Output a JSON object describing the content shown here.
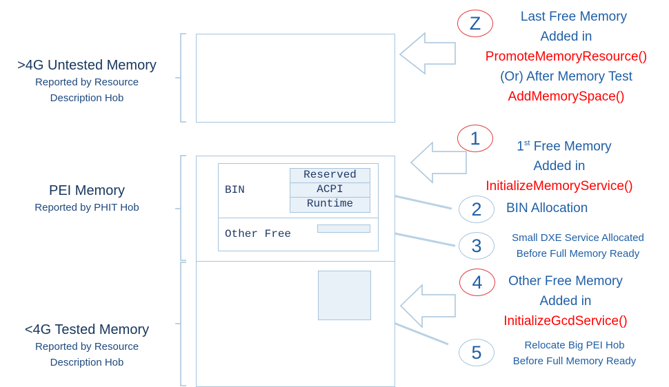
{
  "regions": [
    {
      "title": ">4G Untested Memory",
      "subtitle_lines": [
        "Reported by Resource",
        "Description Hob"
      ]
    },
    {
      "title": "PEI Memory",
      "subtitle_lines": [
        "Reported by PHIT Hob"
      ]
    },
    {
      "title": "<4G Tested Memory",
      "subtitle_lines": [
        "Reported by Resource",
        "Description Hob"
      ]
    }
  ],
  "bin": {
    "label": "BIN",
    "types": [
      "Reserved",
      "ACPI",
      "Runtime"
    ],
    "other_free_label": "Other Free"
  },
  "steps": [
    {
      "marker": "Z",
      "lines": [
        "Last Free Memory",
        "Added in"
      ],
      "func1": "PromoteMemoryResource()",
      "middle": "(Or) After Memory Test",
      "func2": "AddMemorySpace()"
    },
    {
      "marker": "1",
      "line1_num": "1",
      "line1_sup": "st",
      "line1_rest": " Free Memory",
      "line2": "Added in",
      "func": "InitializeMemoryService()"
    },
    {
      "marker": "2",
      "text": "BIN Allocation"
    },
    {
      "marker": "3",
      "lines": [
        "Small DXE Service Allocated",
        "Before Full Memory Ready"
      ]
    },
    {
      "marker": "4",
      "lines": [
        "Other Free Memory",
        "Added in"
      ],
      "func": "InitializeGcdService()"
    },
    {
      "marker": "5",
      "lines": [
        "Relocate Big PEI Hob",
        "Before Full Memory Ready"
      ]
    }
  ],
  "colors": {
    "outline": "#a6c4dc",
    "fill": "#e8f0f8",
    "text_blue": "#1f5fa6",
    "function_red": "#ff0000",
    "marker_red": "#e03c3c"
  }
}
